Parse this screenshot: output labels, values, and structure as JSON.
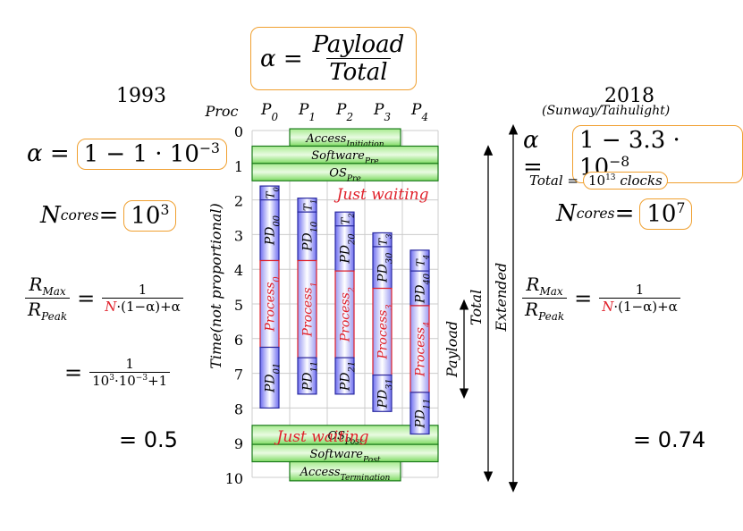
{
  "alpha_def": {
    "lhs": "α =",
    "numerator": "Payload",
    "denominator": "Total"
  },
  "left": {
    "year": "1993",
    "alpha_lhs": "α =",
    "alpha_box": "1 − 1 · 10",
    "alpha_exp": "−3",
    "ncores_lhs": "N",
    "ncores_sub": "cores",
    "ncores_eq": " =",
    "ncores_box": "10",
    "ncores_exp": "3",
    "ratio_num": "R",
    "ratio_num_sub": "Max",
    "ratio_den": "R",
    "ratio_den_sub": "Peak",
    "eq": "=",
    "formula_num": "1",
    "formula_N": "N",
    "formula_rest": "·(1−α)+α",
    "eval_num": "1",
    "eval_den_a": "10",
    "eval_den_a_exp": "3",
    "eval_den_b": "·10",
    "eval_den_b_exp": "−3",
    "eval_den_c": "+1",
    "result": "= 0.5"
  },
  "right": {
    "year": "2018",
    "machine": "(Sunway/Taihulight)",
    "alpha_lhs": "α =",
    "alpha_box": "1 − 3.3 · 10",
    "alpha_exp": "−8",
    "total_lhs": "Total =",
    "total_box": "10",
    "total_exp": "13",
    "total_unit": "clocks",
    "ncores_lhs": "N",
    "ncores_sub": "cores",
    "ncores_eq": " =",
    "ncores_box": "10",
    "ncores_exp": "7",
    "ratio_num": "R",
    "ratio_num_sub": "Max",
    "ratio_den": "R",
    "ratio_den_sub": "Peak",
    "eq": "=",
    "formula_num": "1",
    "formula_N": "N",
    "formula_rest": "·(1−α)+α",
    "result": "= 0.74"
  },
  "diagram": {
    "proc_label": "Proc",
    "processors": [
      "P0",
      "P1",
      "P2",
      "P3",
      "P4"
    ],
    "time_ticks": [
      "0",
      "1",
      "2",
      "3",
      "4",
      "5",
      "6",
      "7",
      "8",
      "9",
      "10"
    ],
    "y_axis_label": "Time(not proportional)",
    "phases": {
      "access_init": "AccessInitiation",
      "software_pre": "SoftwarePre",
      "os_pre": "OSPre",
      "os_post": "OSPost",
      "software_post": "SoftwarePost",
      "access_term": "AccessTermination"
    },
    "waiting_top": "Just waiting",
    "waiting_bottom": "Just waiting",
    "columns": [
      {
        "t": "T0",
        "pd_a": "PD00",
        "process": "Process0",
        "pd_b": "PD01",
        "t_start": 1.6,
        "t_end": 2.0,
        "pa_end": 3.75,
        "pr_end": 6.25,
        "end": 8.0
      },
      {
        "t": "T1",
        "pd_a": "PD10",
        "process": "Process1",
        "pd_b": "PD11",
        "t_start": 1.95,
        "t_end": 2.35,
        "pa_end": 3.75,
        "pr_end": 6.55,
        "end": 7.6
      },
      {
        "t": "T2",
        "pd_a": "PD20",
        "process": "Process2",
        "pd_b": "PD21",
        "t_start": 2.35,
        "t_end": 2.75,
        "pa_end": 4.05,
        "pr_end": 6.55,
        "end": 7.6
      },
      {
        "t": "T3",
        "pd_a": "PD30",
        "process": "Process3",
        "pd_b": "PD31",
        "t_start": 2.95,
        "t_end": 3.35,
        "pa_end": 4.55,
        "pr_end": 7.05,
        "end": 8.1
      },
      {
        "t": "T4",
        "pd_a": "PD40",
        "process": "Process4",
        "pd_b": "PD11",
        "t_start": 3.45,
        "t_end": 4.05,
        "pa_end": 5.05,
        "pr_end": 7.55,
        "end": 8.75
      }
    ],
    "arrows": {
      "payload": "Payload",
      "total": "Total",
      "extended": "Extended"
    },
    "colors": {
      "green": "#2ecc40",
      "green_light": "#d6f7c9",
      "blue": "#4a4ad6",
      "blue_light": "#e8e8fb",
      "red": "#e0202a",
      "orange": "#f0a030"
    }
  }
}
